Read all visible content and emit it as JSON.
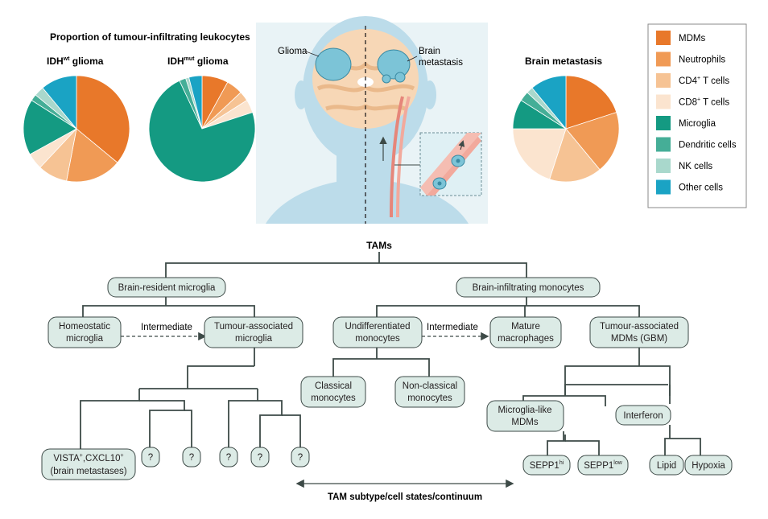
{
  "figure": {
    "proportion_title": "Proportion of tumour-infiltrating leukocytes",
    "bm_pie_title": "Brain metastasis",
    "head_label_glioma": "Glioma",
    "head_label_metastasis_line1": "Brain",
    "head_label_metastasis_line2": "metastasis"
  },
  "legend": [
    {
      "label": "MDMs",
      "sup": "",
      "color": "#e8782a"
    },
    {
      "label": "Neutrophils",
      "sup": "",
      "color": "#f09a55"
    },
    {
      "label": "CD4",
      "sup": "+",
      "suffix": " T cells",
      "color": "#f6c394"
    },
    {
      "label": "CD8",
      "sup": "+",
      "suffix": " T cells",
      "color": "#fbe4cf"
    },
    {
      "label": "Microglia",
      "sup": "",
      "color": "#149a82"
    },
    {
      "label": "Dendritic cells",
      "sup": "",
      "color": "#45ae97"
    },
    {
      "label": "NK cells",
      "sup": "",
      "color": "#a9d8cc"
    },
    {
      "label": "Other cells",
      "sup": "",
      "color": "#1aa3c4"
    }
  ],
  "chart_data": [
    {
      "type": "pie",
      "title": "IDHwt glioma",
      "title_main": "IDH",
      "title_sup": "wt",
      "title_rest": " glioma",
      "labels": [
        "MDMs",
        "Neutrophils",
        "CD4+ T cells",
        "CD8+ T cells",
        "Microglia",
        "Dendritic cells",
        "NK cells",
        "Other cells"
      ],
      "values": [
        36,
        17,
        9,
        5,
        17,
        2,
        3,
        11
      ]
    },
    {
      "type": "pie",
      "title": "IDHmut glioma",
      "title_main": "IDH",
      "title_sup": "mut",
      "title_rest": " glioma",
      "labels": [
        "MDMs",
        "Neutrophils",
        "CD4+ T cells",
        "CD8+ T cells",
        "Microglia",
        "Dendritic cells",
        "NK cells",
        "Other cells"
      ],
      "values": [
        8,
        5,
        3,
        4,
        73,
        2,
        1,
        4
      ]
    },
    {
      "type": "pie",
      "title": "Brain metastasis",
      "labels": [
        "MDMs",
        "Neutrophils",
        "CD4+ T cells",
        "CD8+ T cells",
        "Microglia",
        "Dendritic cells",
        "NK cells",
        "Other cells"
      ],
      "values": [
        20,
        19,
        16,
        20,
        9,
        3,
        2,
        11
      ]
    }
  ],
  "tree": {
    "root": "TAMs",
    "microglia_branch": "Brain-resident microglia",
    "monocyte_branch": "Brain-infiltrating monocytes",
    "homeostatic_l1": "Homeostatic",
    "homeostatic_l2": "microglia",
    "intermediate_1": "Intermediate",
    "tam_microglia_l1": "Tumour-associated",
    "tam_microglia_l2": "microglia",
    "undiff_l1": "Undifferentiated",
    "undiff_l2": "monocytes",
    "intermediate_2": "Intermediate",
    "mature_l1": "Mature",
    "mature_l2": "macrophages",
    "tam_mdm_l1": "Tumour-associated",
    "tam_mdm_l2": "MDMs (GBM)",
    "classical_l1": "Classical",
    "classical_l2": "monocytes",
    "nonclassical_l1": "Non-classical",
    "nonclassical_l2": "monocytes",
    "vista_main1": "VISTA",
    "vista_sup1": "+",
    "vista_main2": ",CXCL10",
    "vista_sup2": "+",
    "vista_l2": "(brain metastases)",
    "unknown": "?",
    "microglia_like_l1": "Microglia-like",
    "microglia_like_l2": "MDMs",
    "interferon": "Interferon",
    "sepp1_hi_main": "SEPP1",
    "sepp1_hi_sup": "hi",
    "sepp1_low_main": "SEPP1",
    "sepp1_low_sup": "low",
    "lipid": "Lipid",
    "hypoxia": "Hypoxia",
    "continuum": "TAM subtype/cell states/continuum"
  }
}
